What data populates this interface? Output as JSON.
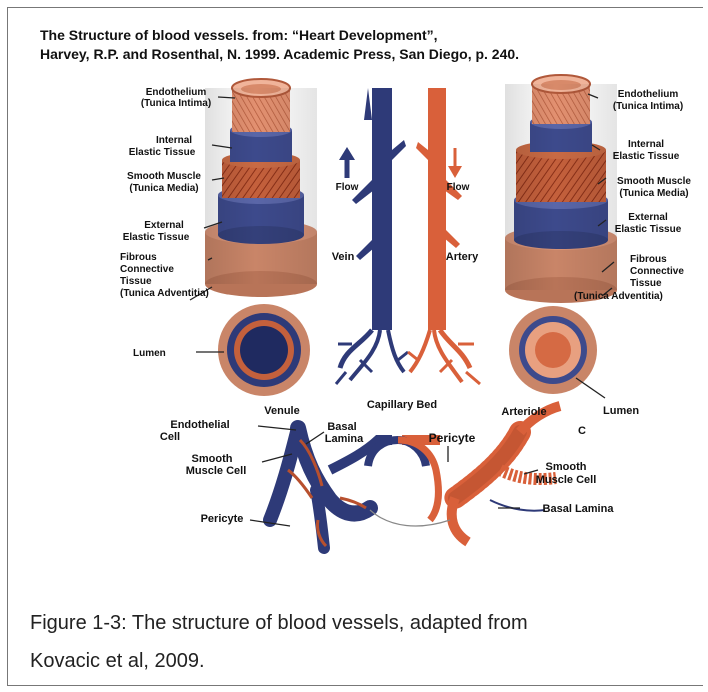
{
  "header": {
    "line1": "The Structure of blood vessels. from: “Heart Development”,",
    "line2": "Harvey, R.P. and Rosenthal, N. 1999. Academic Press, San Diego, p. 240."
  },
  "left_vessel": {
    "endothelium": "Endothelium",
    "tunica_intima": "(Tunica Intima)",
    "internal_elastic_1": "Internal",
    "internal_elastic_2": "Elastic Tissue",
    "smooth_muscle": "Smooth Muscle",
    "tunica_media": "(Tunica Media)",
    "external_elastic_1": "External",
    "external_elastic_2": "Elastic Tissue",
    "fibrous_1": "Fibrous",
    "fibrous_2": "Connective",
    "fibrous_3": "Tissue",
    "tunica_adventitia": "(Tunica Adventitia)",
    "lumen": "Lumen"
  },
  "right_vessel": {
    "endothelium": "Endothelium",
    "tunica_intima": "(Tunica Intima)",
    "internal_elastic_1": "Internal",
    "internal_elastic_2": "Elastic Tissue",
    "smooth_muscle": "Smooth Muscle",
    "tunica_media": "(Tunica Media)",
    "external_elastic_1": "External",
    "external_elastic_2": "Elastic Tissue",
    "fibrous_1": "Fibrous",
    "fibrous_2": "Connective",
    "fibrous_3": "Tissue",
    "tunica_adventitia": "(Tunica Adventitia)",
    "lumen": "Lumen"
  },
  "center": {
    "flow_left": "Flow",
    "flow_right": "Flow",
    "vein": "Vein",
    "artery": "Artery",
    "capillary_bed": "Capillary Bed"
  },
  "bottom": {
    "venule": "Venule",
    "arteriole": "Arteriole",
    "endothelial_1": "Endothelial",
    "endothelial_2": "Cell",
    "basal_1": "Basal",
    "basal_2": "Lamina",
    "smooth_1": "Smooth",
    "smooth_2": "Muscle Cell",
    "pericyte_top": "Pericyte",
    "pericyte_bottom": "Pericyte",
    "smooth_right_1": "Smooth",
    "smooth_right_2": "Muscle Cell",
    "basal_right": "Basal Lamina",
    "panel_letter": "C"
  },
  "caption": {
    "line1": "Figure 1-3: The structure of blood vessels, adapted from",
    "line2": "Kovacic et al, 2009."
  },
  "colors": {
    "vein": "#2e3a78",
    "artery": "#d9603a",
    "adventitia": "#c98568",
    "muscle": "#b8502e"
  }
}
